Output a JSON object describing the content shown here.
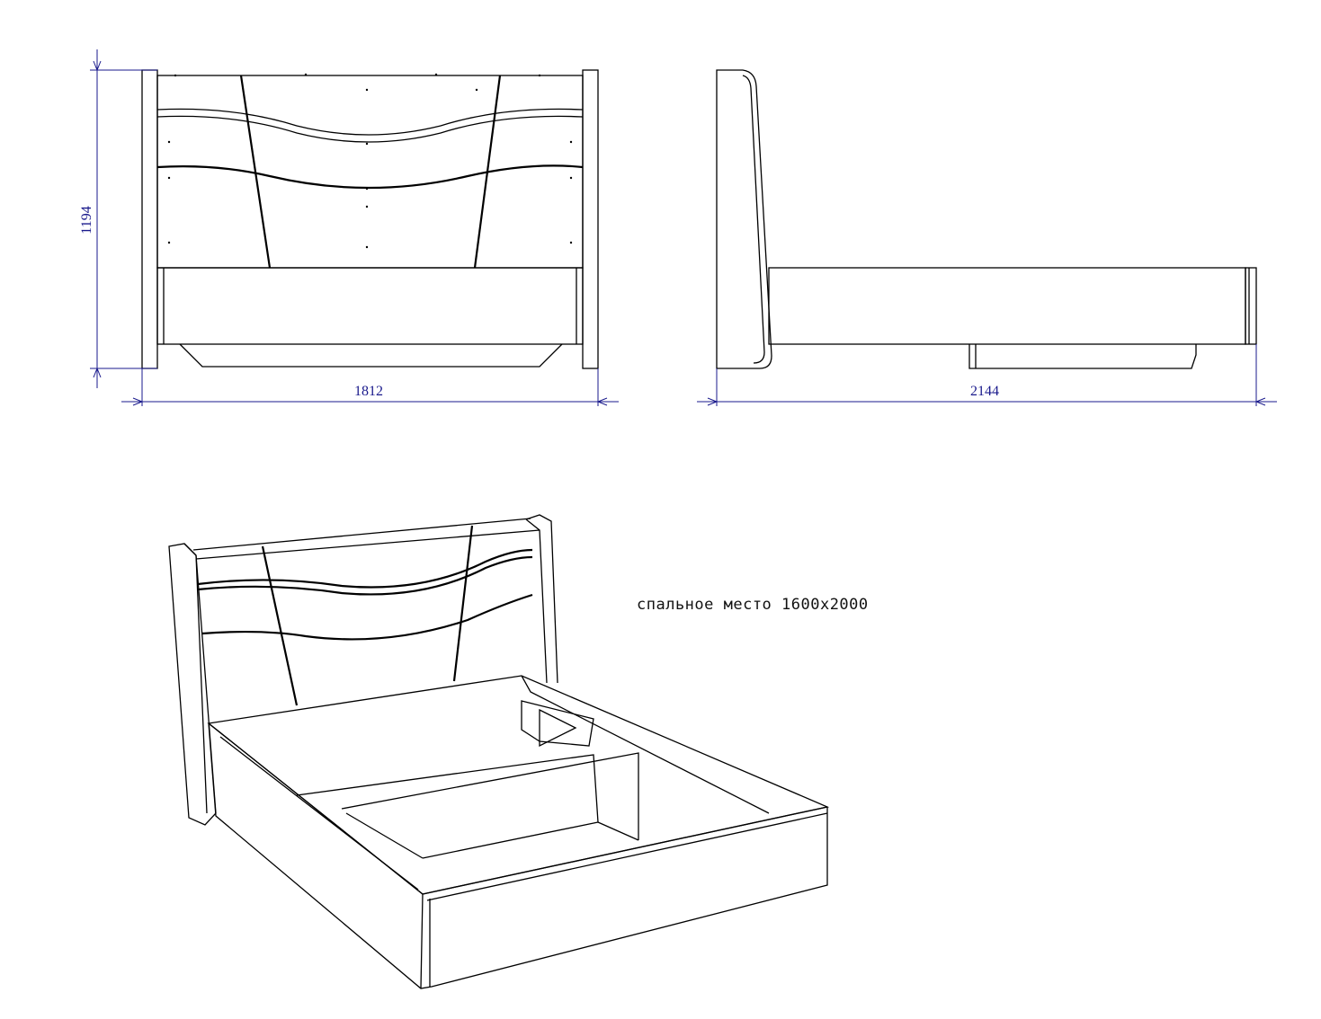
{
  "drawing": {
    "front_view": {
      "height_dim": "1194",
      "width_dim": "1812"
    },
    "side_view": {
      "length_dim": "2144"
    },
    "iso_view": {
      "caption": "спальное место 1600x2000"
    }
  },
  "colors": {
    "dimension": "#1a1a8c",
    "line": "#000000",
    "background": "#ffffff"
  }
}
